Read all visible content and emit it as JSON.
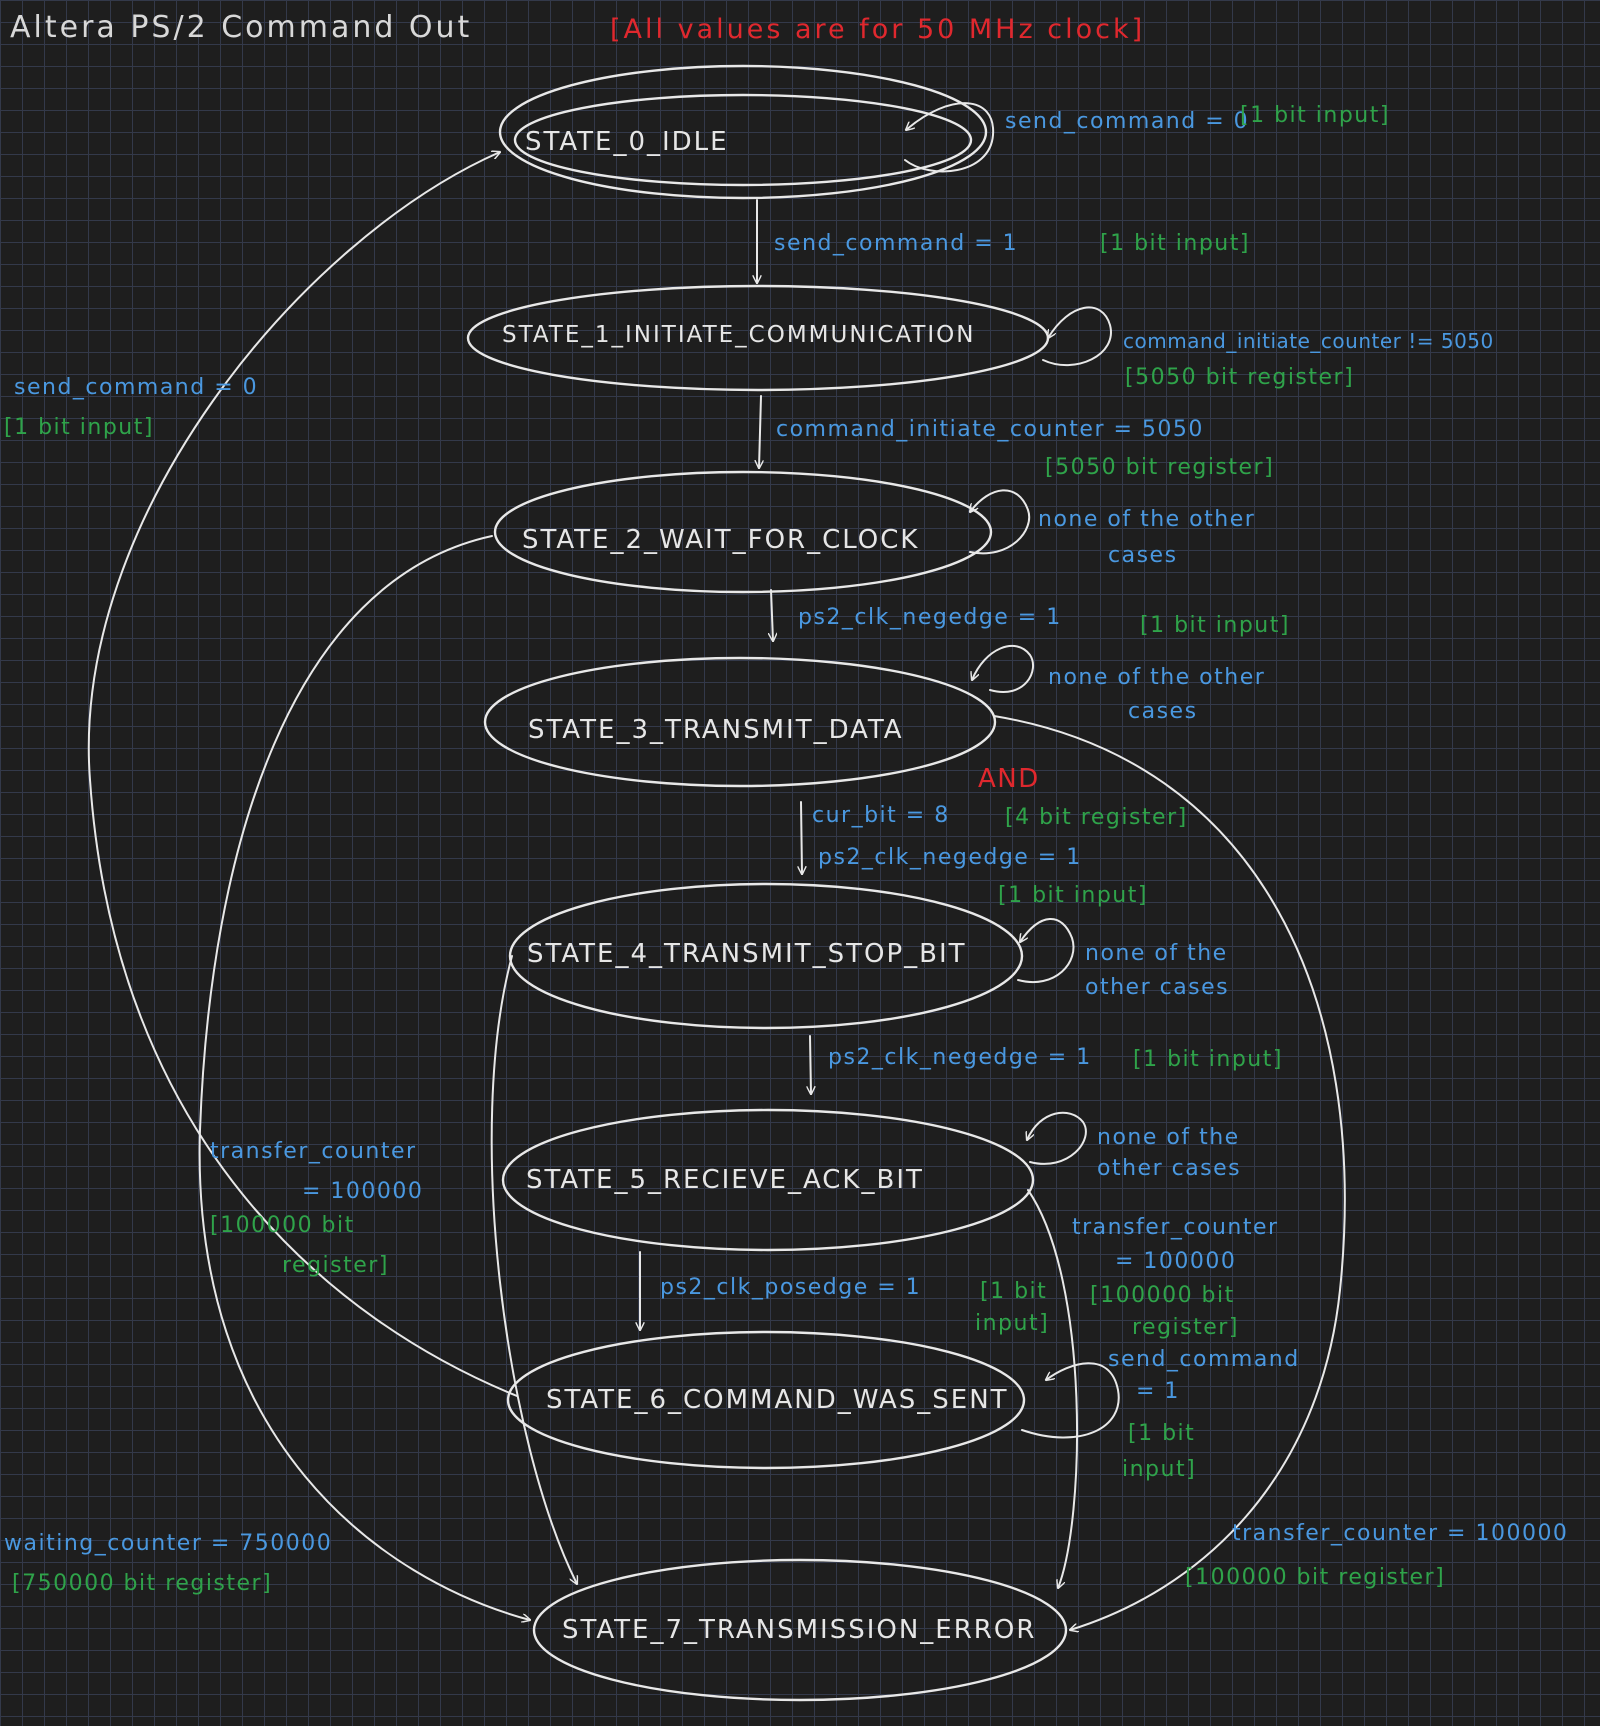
{
  "title": {
    "main": "Altera   PS/2   Command   Out",
    "note": "[All values are for 50 MHz clock]"
  },
  "colors": {
    "background": "#1e1e1e",
    "grid": "#33394a",
    "stroke": "#e8e8e8",
    "text": "#e6e6e6",
    "red": "#e0282e",
    "blue": "#4a98e0",
    "green": "#2fa34a"
  },
  "states": {
    "s0": "STATE_0_IDLE",
    "s1": "STATE_1_INITIATE_COMMUNICATION",
    "s2": "STATE_2_WAIT_FOR_CLOCK",
    "s3": "STATE_3_TRANSMIT_DATA",
    "s4": "STATE_4_TRANSMIT_STOP_BIT",
    "s5": "STATE_5_RECIEVE_ACK_BIT",
    "s6": "STATE_6_COMMAND_WAS_SENT",
    "s7": "STATE_7_TRANSMISSION_ERROR"
  },
  "transitions": {
    "s0_self": {
      "cond": "send_command = 0",
      "type": "[1 bit input]"
    },
    "s0_s1": {
      "cond": "send_command = 1",
      "type": "[1 bit input]"
    },
    "s1_self": {
      "cond": "command_initiate_counter != 5050",
      "type": "[5050 bit register]"
    },
    "s1_s2": {
      "cond": "command_initiate_counter = 5050",
      "type": "[5050 bit register]"
    },
    "s2_self": {
      "line1": "none of the other",
      "line2": "cases"
    },
    "s2_s3": {
      "cond": "ps2_clk_negedge = 1",
      "type": "[1 bit input]"
    },
    "s3_self": {
      "line1": "none of the other",
      "line2": "cases"
    },
    "s3_s4": {
      "and": "AND",
      "cond1": "cur_bit = 8",
      "type1": "[4 bit register]",
      "cond2": "ps2_clk_negedge = 1",
      "type2": "[1 bit input]"
    },
    "s4_self": {
      "line1": "none of the",
      "line2": "other cases"
    },
    "s4_s5": {
      "cond": "ps2_clk_negedge = 1",
      "type": "[1 bit input]"
    },
    "s5_self": {
      "line1": "none of the",
      "line2": "other cases"
    },
    "s5_s6": {
      "cond": "ps2_clk_posedge = 1",
      "type1": "[1 bit",
      "type2": "input]"
    },
    "s5_s7": {
      "cond1": "transfer_counter",
      "cond2": "= 100000",
      "type1": "[100000 bit",
      "type2": "register]"
    },
    "s6_self": {
      "cond1": "send_command",
      "cond2": "= 1",
      "type1": "[1 bit",
      "type2": "input]"
    },
    "s6_s0": {
      "cond": "send_command = 0",
      "type": "[1 bit input]"
    },
    "s2_s7": {
      "cond1": "transfer_counter",
      "cond2": "= 100000",
      "type1": "[100000 bit",
      "type2": "register]"
    },
    "s3_s7": {
      "cond": "transfer_counter = 100000",
      "type": "[100000 bit register]"
    },
    "s6_s7": {
      "cond": "waiting_counter = 750000",
      "type": "[750000 bit register]"
    }
  }
}
